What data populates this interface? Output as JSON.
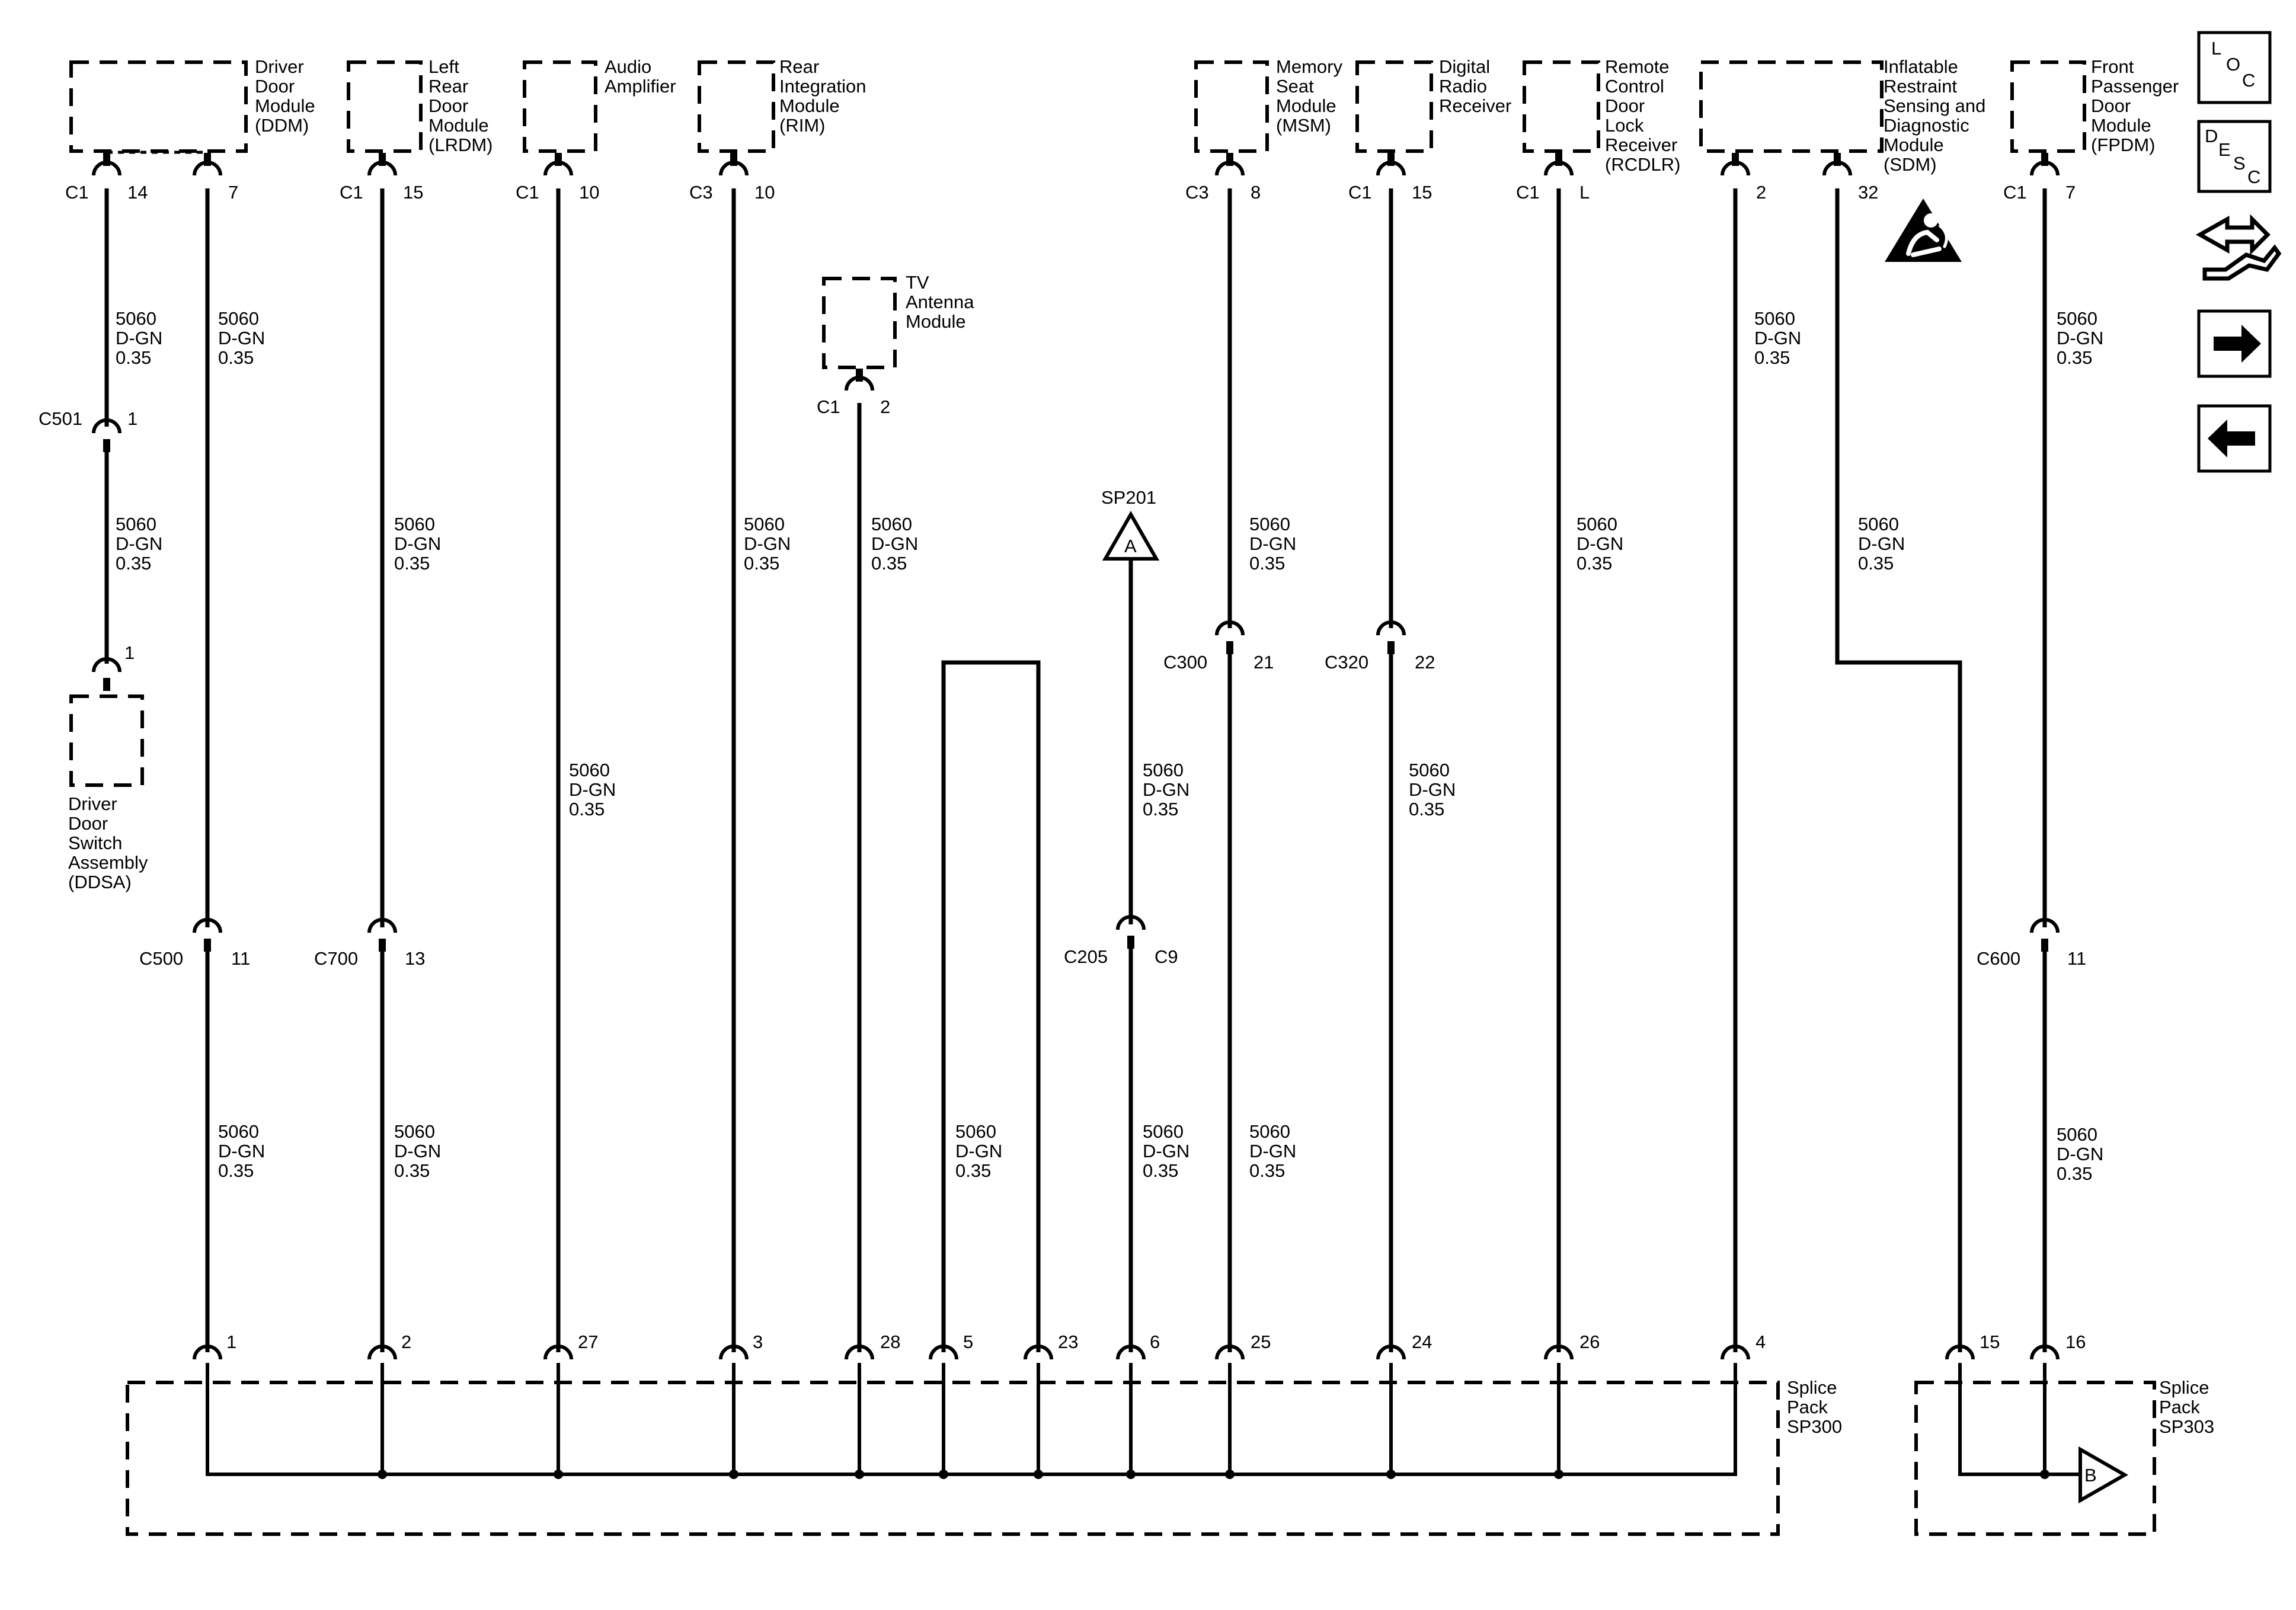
{
  "wire_label": {
    "circuit": "5060",
    "color": "D-GN",
    "size": "0.35"
  },
  "modules": {
    "ddm": {
      "lines": [
        "Driver",
        "Door",
        "Module",
        "(DDM)"
      ]
    },
    "lrdm": {
      "lines": [
        "Left",
        "Rear",
        "Door",
        "Module",
        "(LRDM)"
      ]
    },
    "amp": {
      "lines": [
        "Audio",
        "Amplifier"
      ]
    },
    "rim": {
      "lines": [
        "Rear",
        "Integration",
        "Module",
        "(RIM)"
      ]
    },
    "tv": {
      "lines": [
        "TV",
        "Antenna",
        "Module"
      ]
    },
    "msm": {
      "lines": [
        "Memory",
        "Seat",
        "Module",
        "(MSM)"
      ]
    },
    "drr": {
      "lines": [
        "Digital",
        "Radio",
        "Receiver"
      ]
    },
    "rcdlr": {
      "lines": [
        "Remote",
        "Control",
        "Door",
        "Lock",
        "Receiver",
        "(RCDLR)"
      ]
    },
    "sdm": {
      "lines": [
        "Inflatable",
        "Restraint",
        "Sensing and",
        "Diagnostic",
        "Module",
        "(SDM)"
      ]
    },
    "fpdm": {
      "lines": [
        "Front",
        "Passenger",
        "Door",
        "Module",
        "(FPDM)"
      ]
    },
    "ddsa": {
      "lines": [
        "Driver",
        "Door",
        "Switch",
        "Assembly",
        "(DDSA)"
      ]
    }
  },
  "module_pins": {
    "ddm_a": {
      "conn": "C1",
      "pin": "14"
    },
    "ddm_b": {
      "conn": "",
      "pin": "7"
    },
    "lrdm": {
      "conn": "C1",
      "pin": "15"
    },
    "amp": {
      "conn": "C1",
      "pin": "10"
    },
    "rim": {
      "conn": "C3",
      "pin": "10"
    },
    "tv": {
      "conn": "C1",
      "pin": "2"
    },
    "msm": {
      "conn": "C3",
      "pin": "8"
    },
    "drr": {
      "conn": "C1",
      "pin": "15"
    },
    "rcdlr": {
      "conn": "C1",
      "pin": "L"
    },
    "sdm_a": {
      "conn": "",
      "pin": "2"
    },
    "sdm_b": {
      "conn": "",
      "pin": "32"
    },
    "fpdm": {
      "conn": "C1",
      "pin": "7"
    }
  },
  "inline_connectors": {
    "c501": {
      "conn": "C501",
      "pin": "1"
    },
    "ddsa": {
      "conn": "",
      "pin": "1"
    },
    "c500": {
      "conn": "C500",
      "pin": "11"
    },
    "c700": {
      "conn": "C700",
      "pin": "13"
    },
    "c300": {
      "conn": "C300",
      "pin": "21"
    },
    "c320": {
      "conn": "C320",
      "pin": "22"
    },
    "c205": {
      "conn": "C205",
      "pin": "C9"
    },
    "c600": {
      "conn": "C600",
      "pin": "11"
    }
  },
  "splice_pack_sp300": {
    "lines": [
      "Splice",
      "Pack",
      "SP300"
    ],
    "pins": [
      "1",
      "2",
      "27",
      "3",
      "28",
      "5",
      "23",
      "6",
      "25",
      "24",
      "26",
      "4"
    ]
  },
  "splice_pack_sp303": {
    "lines": [
      "Splice",
      "Pack",
      "SP303"
    ],
    "pins": [
      "15",
      "16"
    ],
    "ref": "B"
  },
  "splice_sp201": {
    "name": "SP201",
    "ref": "A"
  },
  "nav": {
    "loc": [
      "L",
      "O",
      "C"
    ],
    "desc": [
      "D",
      "E",
      "S",
      "C"
    ]
  },
  "colors": {
    "line": "#000000",
    "background": "#ffffff"
  }
}
